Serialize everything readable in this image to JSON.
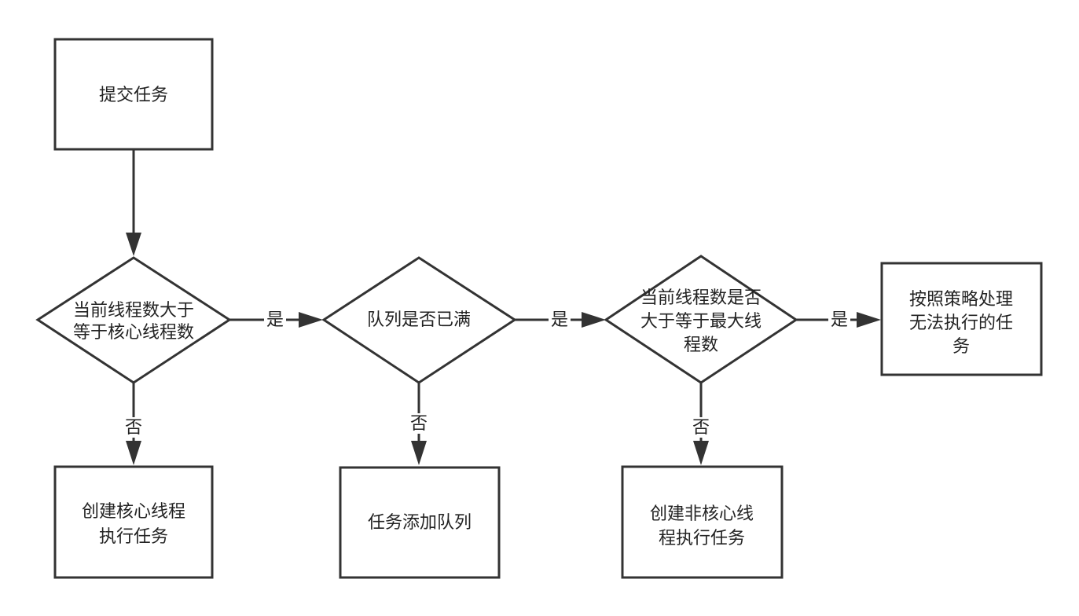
{
  "nodes": {
    "submit": {
      "lines": [
        "提交任务"
      ]
    },
    "check_core": {
      "lines": [
        "当前线程数大于",
        "等于核心线程数"
      ]
    },
    "queue_full": {
      "lines": [
        "队列是否已满"
      ]
    },
    "check_max": {
      "lines": [
        "当前线程数是否",
        "大于等于最大线",
        "程数"
      ]
    },
    "reject": {
      "lines": [
        "按照策略处理",
        "无法执行的任",
        "务"
      ]
    },
    "create_core": {
      "lines": [
        "创建核心线程",
        "执行任务"
      ]
    },
    "add_queue": {
      "lines": [
        "任务添加队列"
      ]
    },
    "create_noncore": {
      "lines": [
        "创建非核心线",
        "程执行任务"
      ]
    }
  },
  "edges": {
    "yes": "是",
    "no": "否"
  },
  "colors": {
    "stroke": "#333333",
    "text": "#222222"
  }
}
